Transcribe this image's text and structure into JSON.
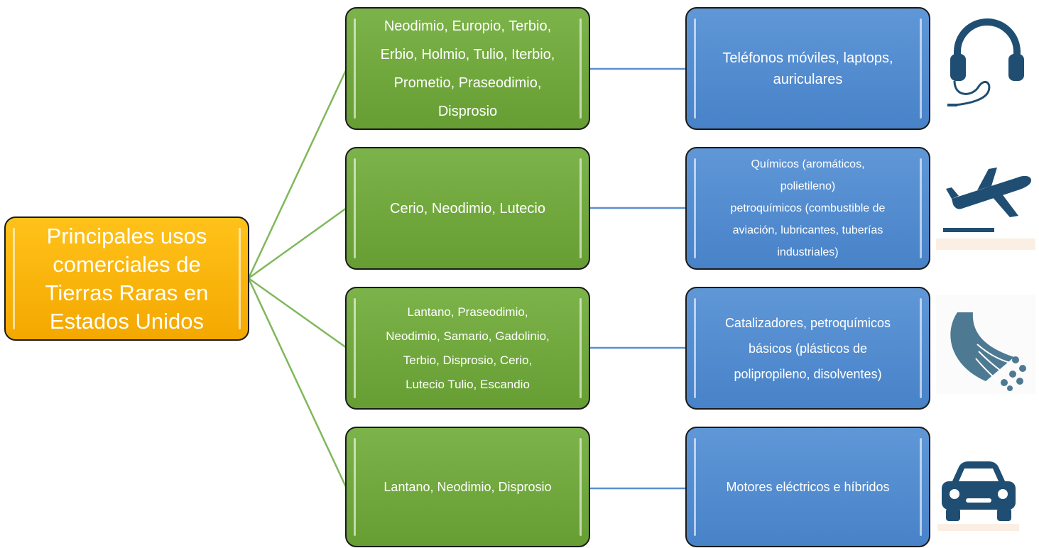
{
  "colors": {
    "root_fill": "#f4a800",
    "element_fill": "#6aa23a",
    "application_fill": "#4a86cb",
    "connector_green": "#7fb85a",
    "connector_blue": "#5b8fd0",
    "icon_color": "#1f4e72"
  },
  "root": {
    "label": "Principales usos\ncomerciales de\nTierras Raras en\nEstados Unidos"
  },
  "rows": [
    {
      "elements": "Neodimio, Europio, Terbio,\nErbio, Holmio, Tulio, Iterbio,\nPrometio, Praseodimio,\nDisprosio",
      "application": "Teléfonos móviles, laptops,\nauriculares",
      "icon": "headphones-icon"
    },
    {
      "elements": "Cerio, Neodimio, Lutecio",
      "application": "Químicos (aromáticos,\npolietileno)\npetroquímicos (combustible de\naviación, lubricantes, tuberías\nindustriales)",
      "icon": "airplane-takeoff-icon"
    },
    {
      "elements": "Lantano, Praseodimio,\nNeodimio, Samario, Gadolinio,\nTerbio, Disprosio, Cerio,\nLutecio Tulio, Escandio",
      "application": "Catalizadores, petroquímicos\nbásicos (plásticos de\npolipropileno, disolventes)",
      "icon": "fiber-optic-icon"
    },
    {
      "elements": "Lantano, Neodimio, Disprosio",
      "application": "Motores eléctricos e híbridos",
      "icon": "car-icon"
    }
  ]
}
